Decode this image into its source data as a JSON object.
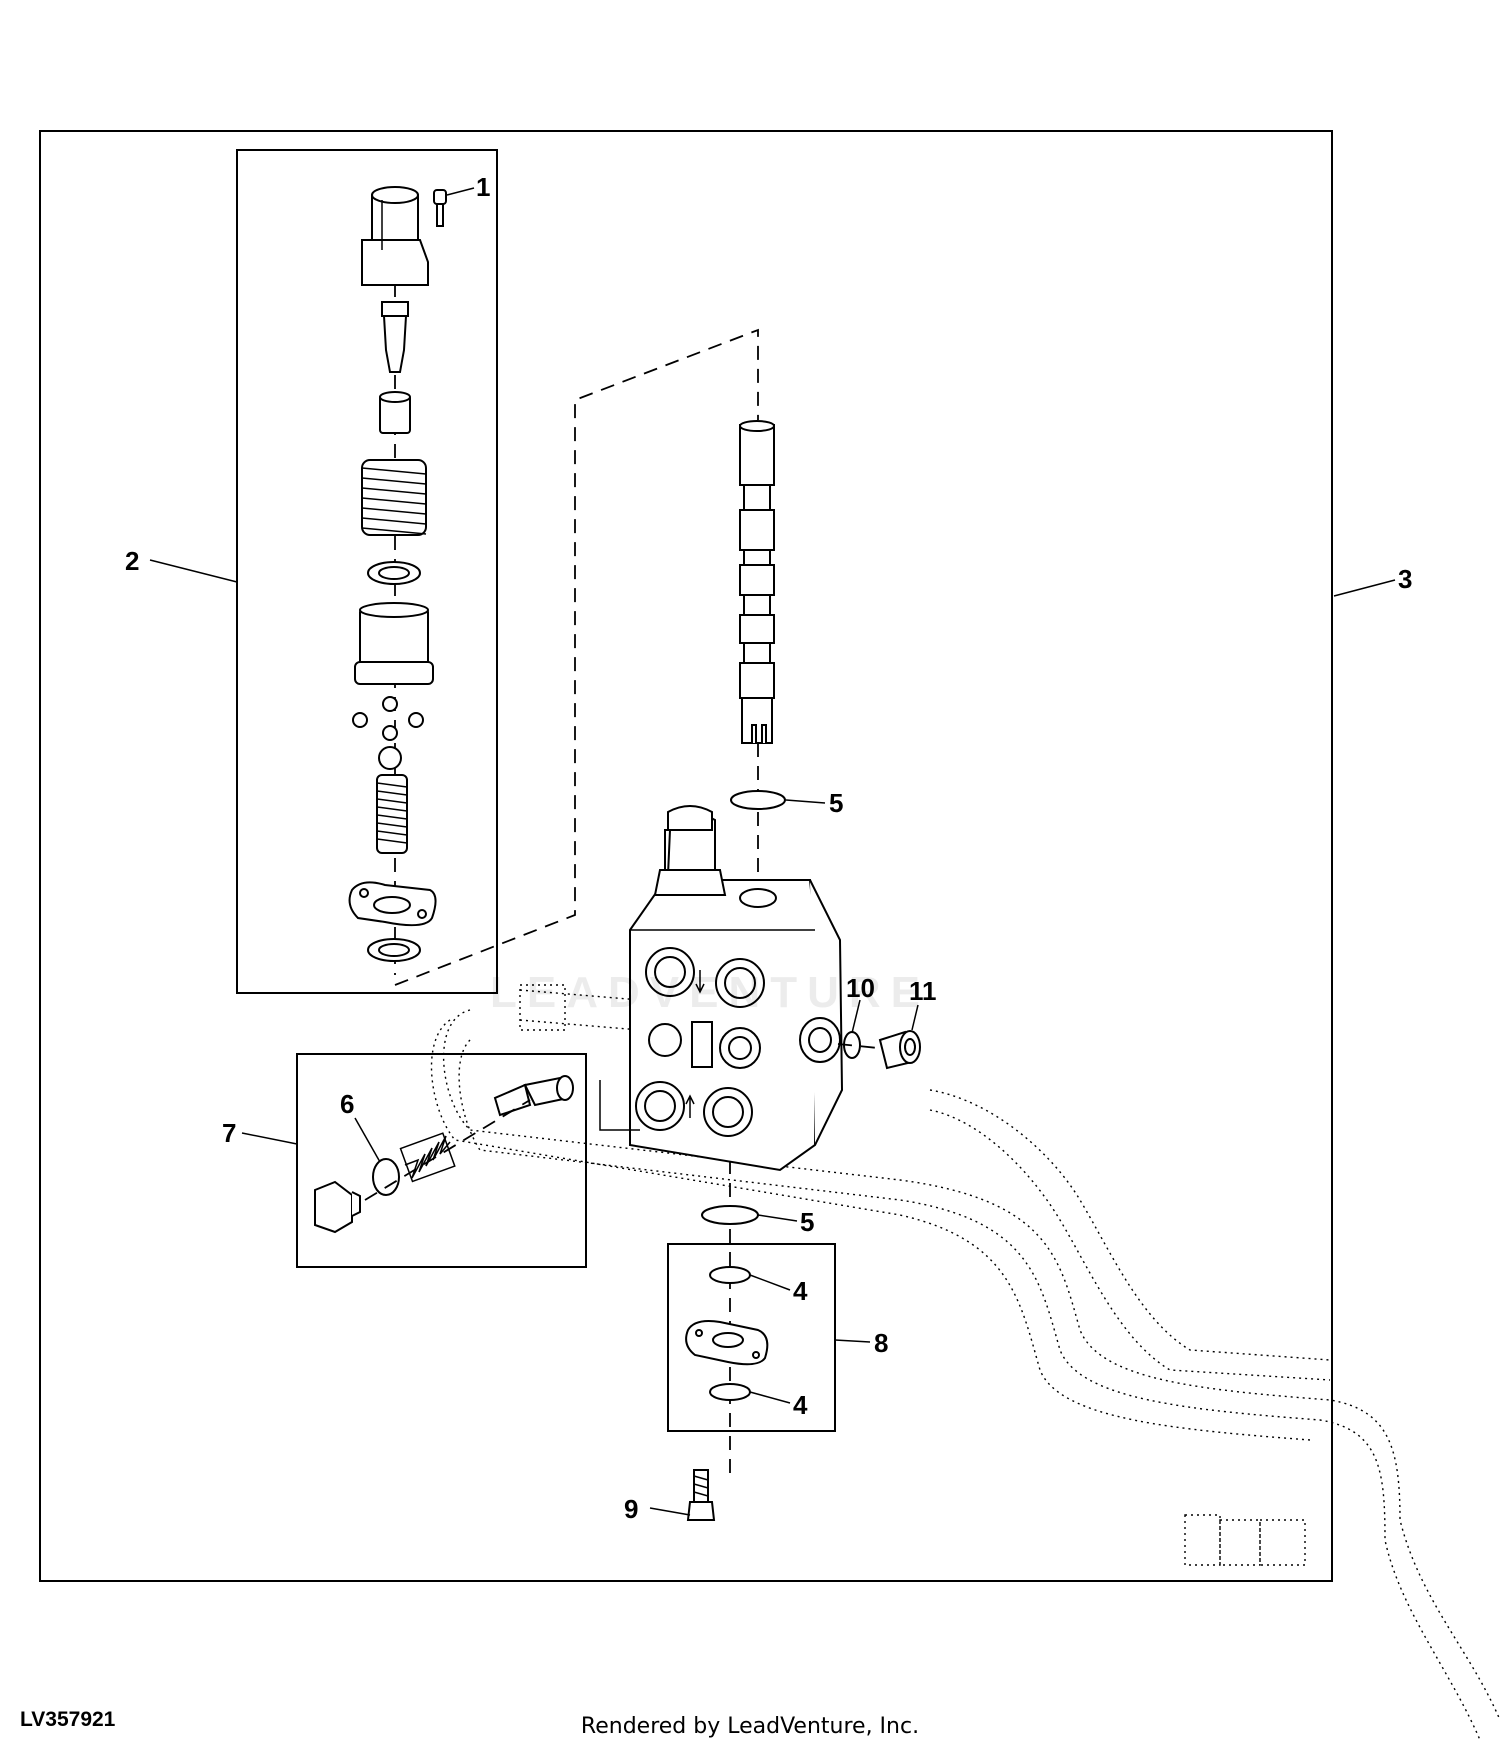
{
  "diagram": {
    "figure_id": "LV357921",
    "footer": "Rendered by LeadVenture, Inc.",
    "watermark": "LEADVENTURE",
    "callouts": {
      "c1": "1",
      "c2": "2",
      "c3": "3",
      "c4a": "4",
      "c4b": "4",
      "c5a": "5",
      "c5b": "5",
      "c6": "6",
      "c7": "7",
      "c8": "8",
      "c9": "9",
      "c10": "10",
      "c11": "11"
    }
  }
}
